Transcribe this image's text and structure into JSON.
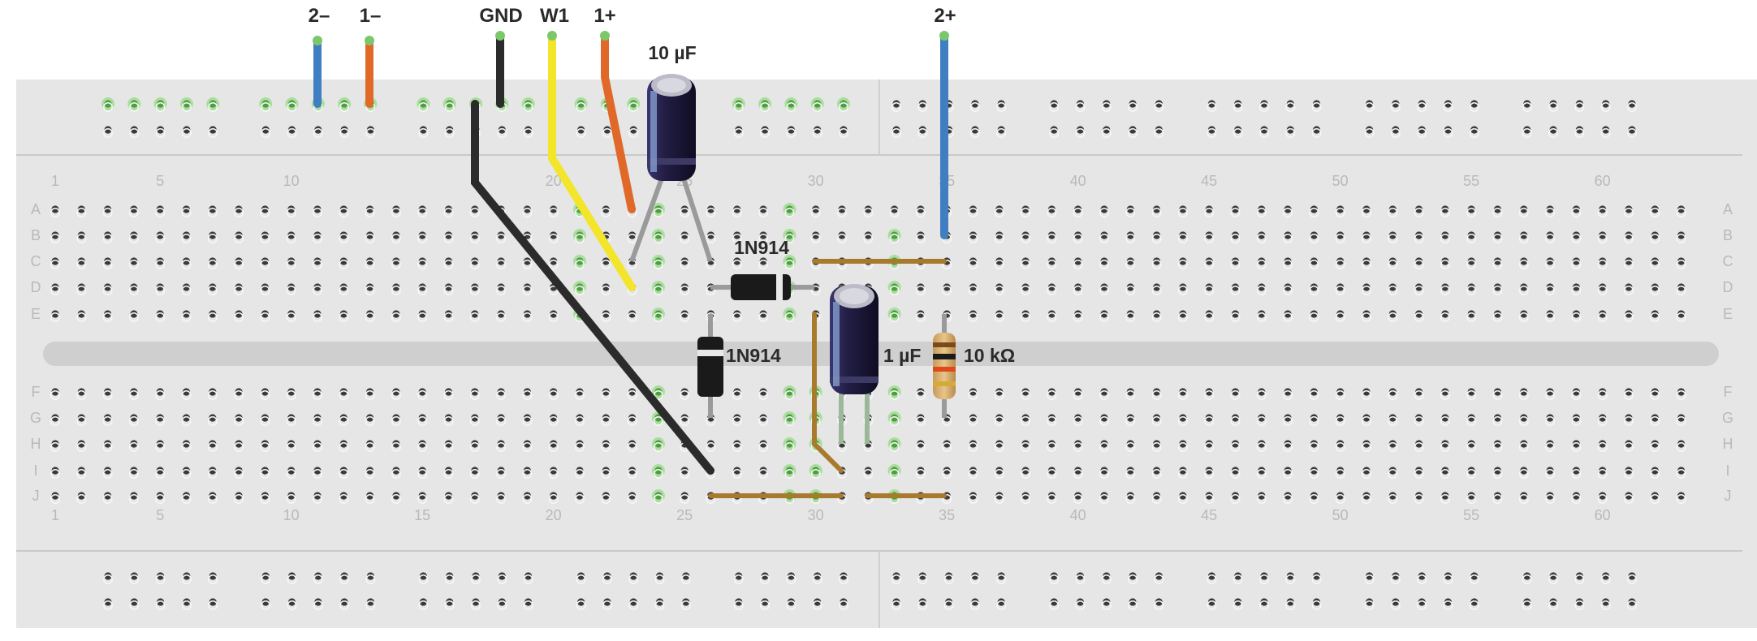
{
  "wire_labels": {
    "neg2": "2–",
    "neg1": "1–",
    "gnd": "GND",
    "w1": "W1",
    "pos1": "1+",
    "pos2": "2+"
  },
  "component_labels": {
    "cap_10uf": "10 µF",
    "diode_top": "1N914",
    "diode_bottom": "1N914",
    "cap_1uf": "1 µF",
    "resistor": "10 kΩ"
  },
  "column_numbers": [
    "1",
    "5",
    "10",
    "15",
    "20",
    "25",
    "30",
    "35",
    "40",
    "45",
    "50",
    "55",
    "60"
  ],
  "top_column_numbers": [
    "1",
    "5",
    "10",
    "20",
    "25",
    "30",
    "35",
    "40",
    "45",
    "50",
    "55",
    "60"
  ],
  "row_letters_top": [
    "A",
    "B",
    "C",
    "D",
    "E"
  ],
  "row_letters_bottom": [
    "F",
    "G",
    "H",
    "I",
    "J"
  ],
  "colors": {
    "board": "#e6e6e6",
    "hole": "#3a3a3a",
    "active_hole": "#7bc86c",
    "wire_blue": "#3f7fc1",
    "wire_orange": "#e0692a",
    "wire_black": "#2b2b2b",
    "wire_yellow": "#f2e52a",
    "jumper_brown": "#a77a2e",
    "capacitor": "#1f1b3a"
  }
}
